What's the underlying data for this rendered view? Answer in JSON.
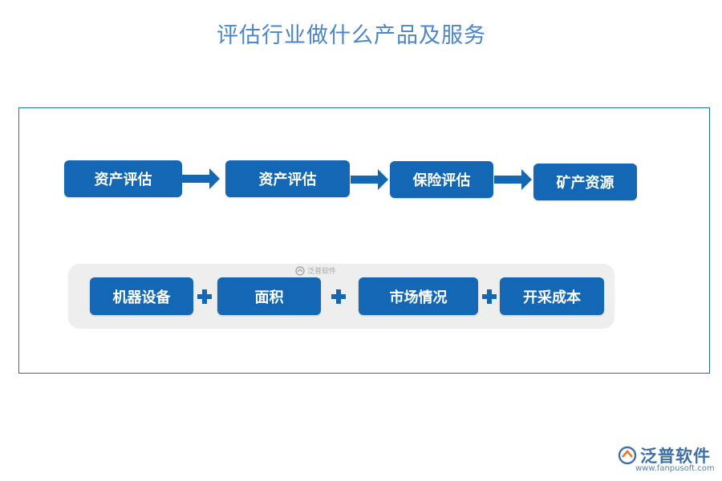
{
  "title": "评估行业做什么产品及服务",
  "flow_row": {
    "steps": [
      "资产评估",
      "资产评估",
      "保险评估",
      "矿产资源"
    ]
  },
  "factor_row": {
    "items": [
      "机器设备",
      "面积",
      "市场情况",
      "开采成本"
    ]
  },
  "watermark": {
    "center_text": "泛普软件",
    "logo_text": "泛普软件",
    "url": "www.fanpusoft.com"
  },
  "colors": {
    "box": "#1467b5",
    "title": "#4a86c8",
    "frame": "#1a6bb5",
    "band": "#eeeeee"
  }
}
